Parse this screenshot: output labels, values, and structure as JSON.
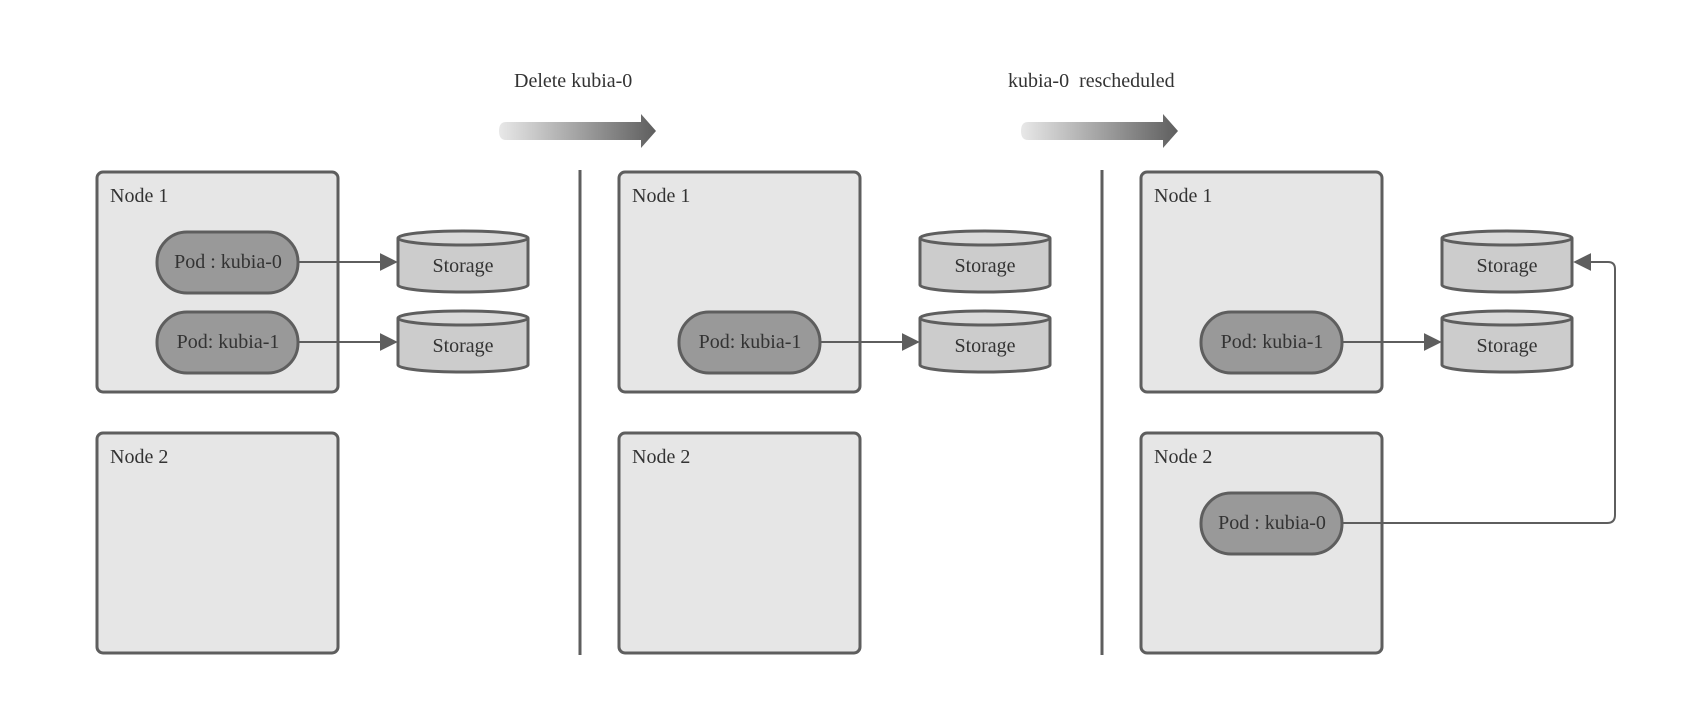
{
  "colors": {
    "node_fill": "#e6e6e6",
    "pod_fill": "#999999",
    "storage_fill": "#cccccc",
    "stroke": "#5e5e5e",
    "text": "#333333"
  },
  "transitions": [
    {
      "label": "Delete kubia-0"
    },
    {
      "label": "kubia-0  rescheduled"
    }
  ],
  "stages": [
    {
      "node1": {
        "title": "Node 1",
        "pods": [
          "Pod : kubia-0",
          "Pod: kubia-1"
        ]
      },
      "node2": {
        "title": "Node 2",
        "pods": []
      },
      "storages": [
        "Storage",
        "Storage"
      ]
    },
    {
      "node1": {
        "title": "Node 1",
        "pods": [
          "Pod: kubia-1"
        ]
      },
      "node2": {
        "title": "Node 2",
        "pods": []
      },
      "storages": [
        "Storage",
        "Storage"
      ]
    },
    {
      "node1": {
        "title": "Node 1",
        "pods": [
          "Pod: kubia-1"
        ]
      },
      "node2": {
        "title": "Node 2",
        "pods": [
          "Pod : kubia-0"
        ]
      },
      "storages": [
        "Storage",
        "Storage"
      ]
    }
  ]
}
